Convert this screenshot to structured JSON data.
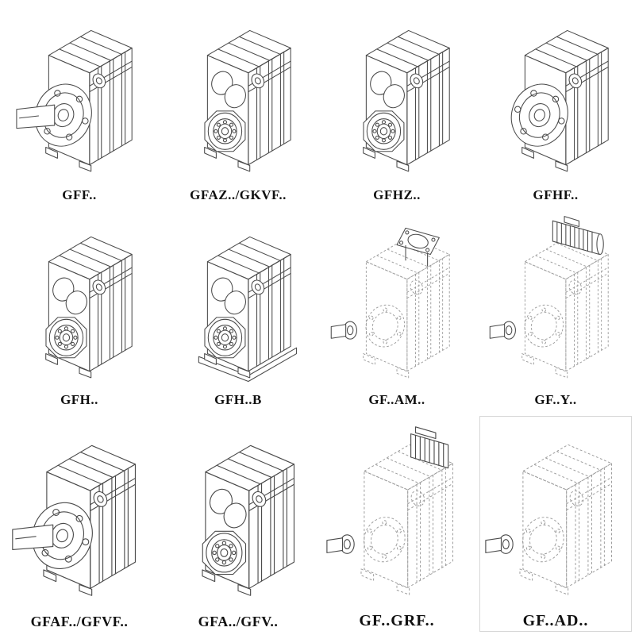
{
  "page": {
    "background": "#ffffff"
  },
  "colors": {
    "line": "#4b4b4b",
    "phantom_line": "#9b9b9b",
    "label_text": "#101010"
  },
  "items": [
    {
      "label": "GFF..",
      "drawing": "flange-mounted-gear-unit",
      "symbol": "#gbx-flange"
    },
    {
      "label": "GFAZ../GKVF..",
      "drawing": "shaft-mounted-gear-unit",
      "symbol": "#gbx-bore"
    },
    {
      "label": "GFHZ..",
      "drawing": "hollow-shaft-gear-unit",
      "symbol": "#gbx-bore"
    },
    {
      "label": "GFHF..",
      "drawing": "flange-hollow-shaft-gear-unit",
      "symbol": "#gbx-flange-hollow"
    },
    {
      "label": "GFH..",
      "drawing": "hollow-shaft-gear-unit",
      "symbol": "#gbx-bore"
    },
    {
      "label": "GFH..B",
      "drawing": "foot-mounted-hollow-shaft-gear-unit",
      "symbol": "#gbx-bore-foot"
    },
    {
      "label": "GF..AM..",
      "drawing": "gear-unit-with-motor-adapter-flange",
      "symbol": "#gbx-phantom-topflange"
    },
    {
      "label": "GF..Y..",
      "drawing": "gear-unit-with-mounted-motor",
      "symbol": "#gbx-phantom-motor"
    },
    {
      "label": "GFAF../GFVF..",
      "drawing": "flange-mounted-gear-unit",
      "symbol": "#gbx-flange"
    },
    {
      "label": "GFA../GFV..",
      "drawing": "shaft-mounted-gear-unit",
      "symbol": "#gbx-bore"
    },
    {
      "label": "GF..GRF..",
      "drawing": "gear-unit-with-adapter-block",
      "symbol": "#gbx-phantom-block"
    },
    {
      "label": "GF..AD..",
      "drawing": "gear-unit-with-input-adapter",
      "symbol": "#gbx-phantom"
    }
  ]
}
